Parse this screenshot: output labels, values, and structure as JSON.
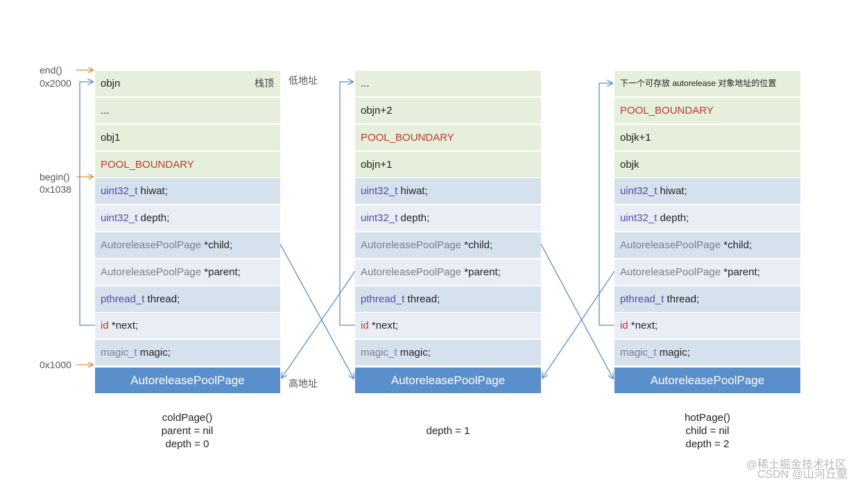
{
  "left_labels": {
    "end": "end()",
    "addr_2000": "0x2000",
    "begin": "begin()",
    "addr_1038": "0x1038",
    "addr_1000": "0x1000"
  },
  "mid_labels": {
    "low_address": "低地址",
    "high_address": "高地址"
  },
  "page1": {
    "top_note": "栈顶",
    "rows": {
      "r0": "objn",
      "r1": "...",
      "r2": "obj1",
      "r3": "POOL_BOUNDARY",
      "hiwat_type": "uint32_t",
      "hiwat_name": " hiwat;",
      "depth_type": "uint32_t",
      "depth_name": " depth;",
      "child_type": "AutoreleasePoolPage",
      "child_name": " *child;",
      "parent_type": "AutoreleasePoolPage",
      "parent_name": " *parent;",
      "thread_type": "pthread_t",
      "thread_name": " thread;",
      "next_type": "id",
      "next_name": " *next;",
      "magic_type": "magic_t",
      "magic_name": " magic;"
    },
    "header": "AutoreleasePoolPage",
    "caption": [
      "coldPage()",
      "parent = nil",
      "depth = 0"
    ]
  },
  "page2": {
    "rows": {
      "r0": "...",
      "r1": "objn+2",
      "r2": "POOL_BOUNDARY",
      "r3": "objn+1",
      "hiwat_type": "uint32_t",
      "hiwat_name": " hiwat;",
      "depth_type": "uint32_t",
      "depth_name": " depth;",
      "child_type": "AutoreleasePoolPage",
      "child_name": " *child;",
      "parent_type": "AutoreleasePoolPage",
      "parent_name": " *parent;",
      "thread_type": "pthread_t",
      "thread_name": " thread;",
      "next_type": "id",
      "next_name": " *next;",
      "magic_type": "magic_t",
      "magic_name": " magic;"
    },
    "header": "AutoreleasePoolPage",
    "caption": [
      "depth = 1"
    ]
  },
  "page3": {
    "rows": {
      "r0": "下一个可存放 autorelease 对象地址的位置",
      "r1": "POOL_BOUNDARY",
      "r2": "objk+1",
      "r3": "objk",
      "hiwat_type": "uint32_t",
      "hiwat_name": " hiwat;",
      "depth_type": "uint32_t",
      "depth_name": " depth;",
      "child_type": "AutoreleasePoolPage",
      "child_name": " *child;",
      "parent_type": "AutoreleasePoolPage",
      "parent_name": " *parent;",
      "thread_type": "pthread_t",
      "thread_name": " thread;",
      "next_type": "id",
      "next_name": " *next;",
      "magic_type": "magic_t",
      "magic_name": " magic;"
    },
    "header": "AutoreleasePoolPage",
    "caption": [
      "hotPage()",
      "child = nil",
      "depth = 2"
    ]
  },
  "watermark": {
    "line1": "@稀土掘金技术社区",
    "line2": "CSDN @山河丘壑"
  },
  "colors": {
    "stack_green": "#e6efdc",
    "field_blue": "#d6e1ee",
    "field_light": "#e9eef6",
    "header_blue": "#5b8fcb",
    "arrow_orange": "#e8883a",
    "arrow_blue": "#5b8fcb",
    "boundary_red": "#c0392b",
    "type_purple": "#5a4aa8"
  }
}
